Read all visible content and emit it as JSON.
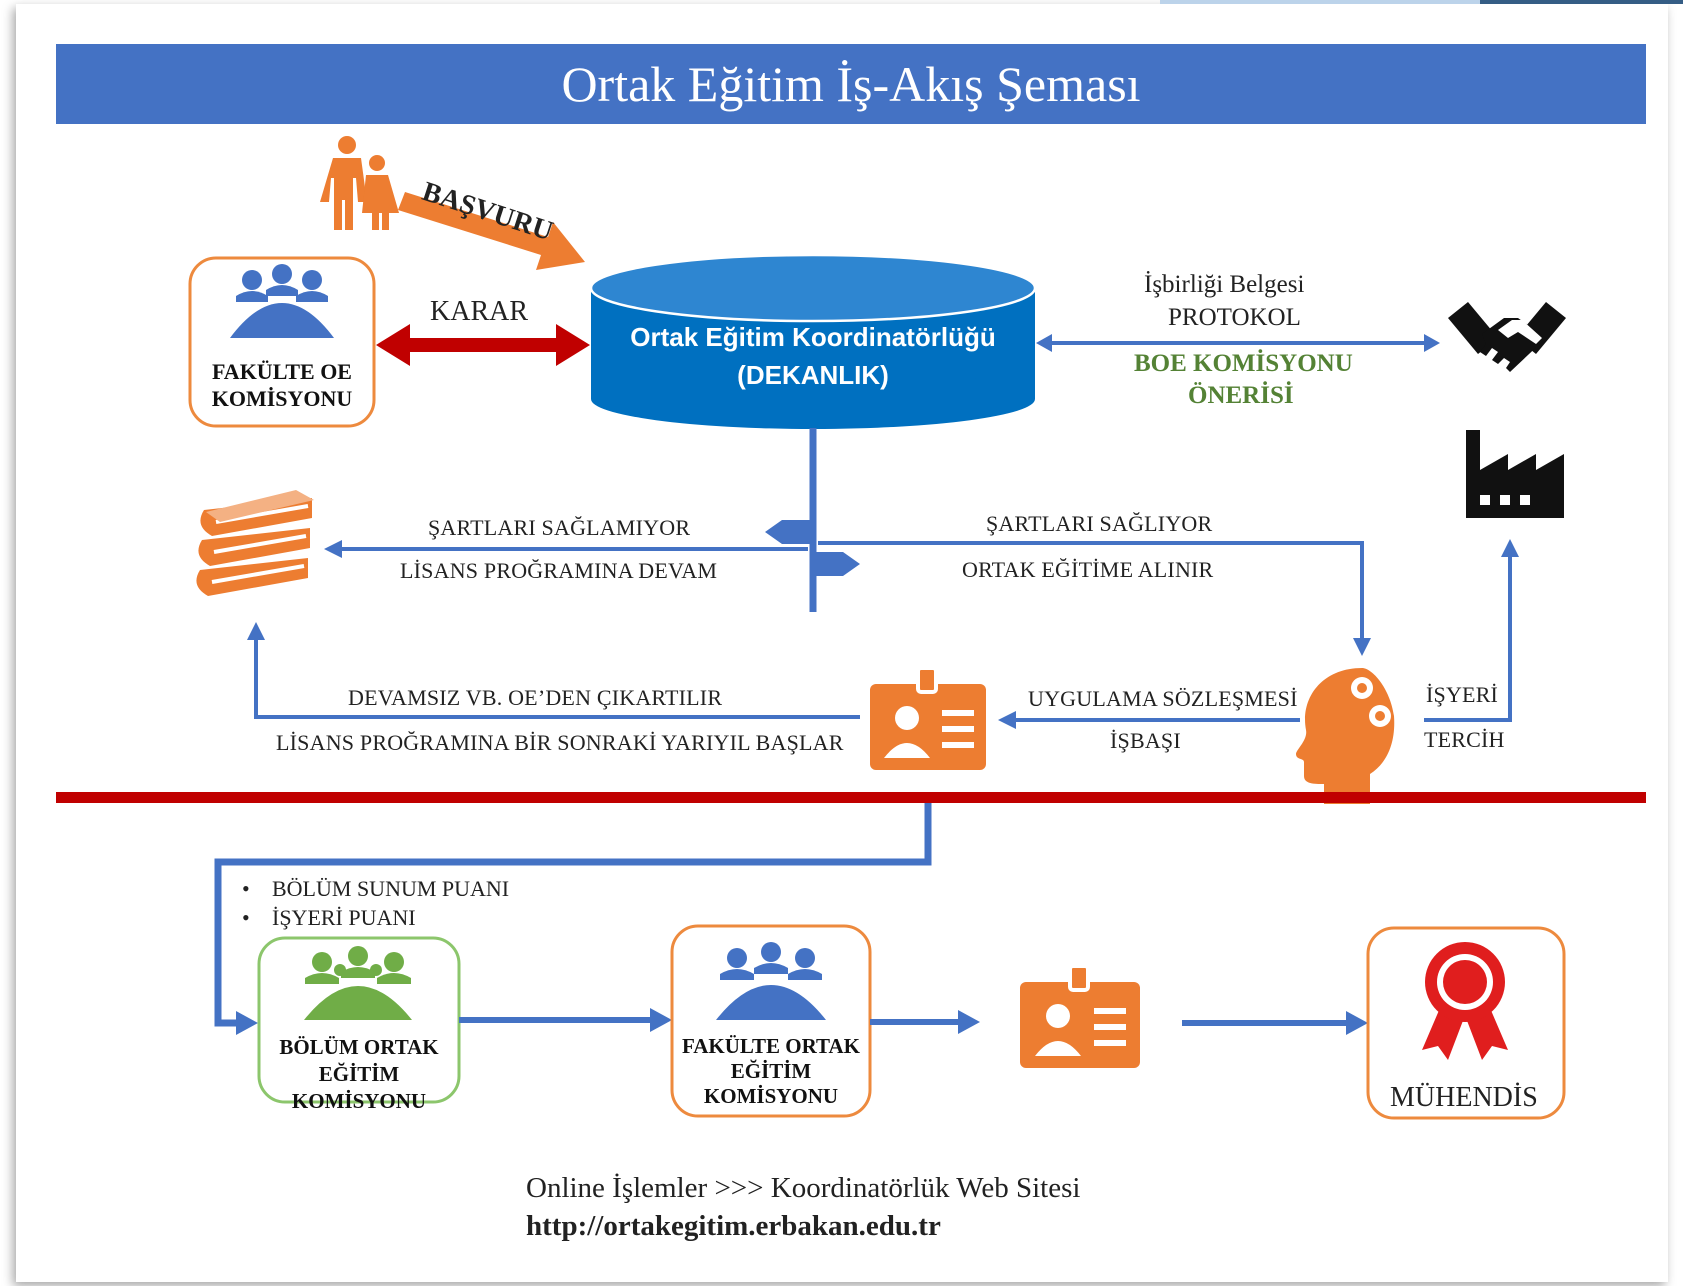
{
  "title": "Ortak Eğitim İş-Akış Şeması",
  "colors": {
    "blue": "#4472c4",
    "cylinder": "#0070c0",
    "orange": "#ed7d31",
    "red_arrow": "#c00000",
    "divider": "#c00000",
    "green_text": "#548235",
    "green_box": "#70ad47"
  },
  "top": {
    "applicants_icon": "family-icon",
    "basvuru": "BAŞVURU",
    "karar": "KARAR",
    "fakulte_oe_komisyonu": [
      "FAKÜLTE OE",
      "KOMİSYONU"
    ],
    "coordinator": [
      "Ortak Eğitim Koordinatörlüğü",
      "(DEKANLIK)"
    ],
    "isbirligi_belgesi": "İşbirliği Belgesi",
    "protokol": "PROTOKOL",
    "boe_onerisi": [
      "BOE KOMİSYONU",
      "ÖNERİSİ"
    ],
    "handshake_icon": "handshake-icon",
    "factory_icon": "factory-icon"
  },
  "middle": {
    "sartlari_saglamiyor": "ŞARTLARI SAĞLAMIYOR",
    "lisans_programina_devam": "LİSANS PROĞRAMINA DEVAM",
    "sartlari_sagliyor": "ŞARTLARI SAĞLIYOR",
    "ortak_egitime_alinir": "ORTAK EĞİTİME ALINIR",
    "books_icon": "books-icon",
    "head_gears_icon": "head-gears-icon"
  },
  "lower": {
    "devamsiz": "DEVAMSIZ VB. OE’DEN ÇIKARTILIR",
    "lisans_sonraki": "LİSANS PROĞRAMINA BİR SONRAKİ YARIYIL BAŞLAR",
    "uygulama_sozlesmesi": "UYGULAMA SÖZLEŞMESİ",
    "isbasi": "İŞBAŞI",
    "isyeri": "İŞYERİ",
    "tercih": "TERCİH",
    "id_card_icon": "id-card-icon"
  },
  "bottom": {
    "bullets": [
      "BÖLÜM SUNUM PUANI",
      "İŞYERİ PUANI"
    ],
    "bolum_komisyonu": [
      "BÖLÜM ORTAK",
      "EĞİTİM KOMİSYONU"
    ],
    "fakulte_komisyonu": [
      "FAKÜLTE ORTAK",
      "EĞİTİM",
      "KOMİSYONU"
    ],
    "muhendis": "MÜHENDİS",
    "award_icon": "award-ribbon-icon"
  },
  "footer": {
    "online": "Online İşlemler >>> Koordinatörlük Web Sitesi",
    "url": "http://ortakegitim.erbakan.edu.tr"
  }
}
